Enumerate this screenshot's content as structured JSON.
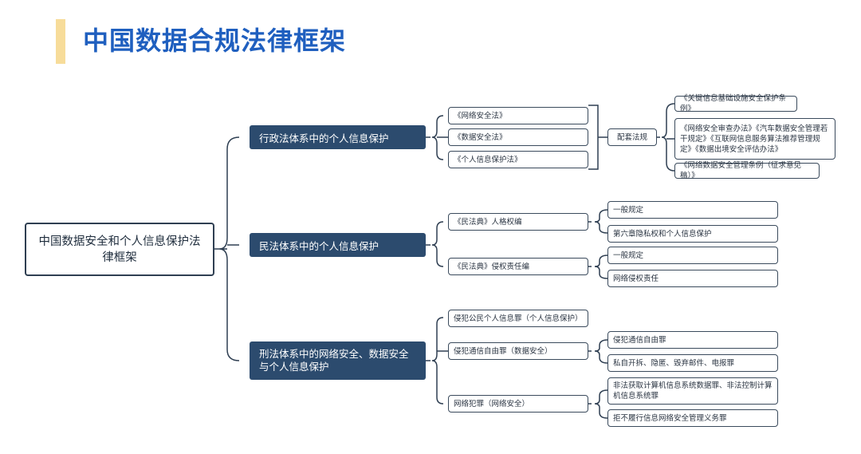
{
  "page_title": "中国数据合规法律框架",
  "root": "中国数据安全和个人信息保护法律框架",
  "administrative": {
    "label": "行政法体系中的个人信息保护",
    "laws": [
      "《网络安全法》",
      "《数据安全法》",
      "《个人信息保护法》"
    ],
    "supporting_label": "配套法规",
    "supporting": [
      "《关键信息基础设施安全保护条例》",
      "《网络安全审查办法》《汽车数据安全管理若干规定》《互联网信息服务算法推荐管理规定》《数据出境安全评估办法》",
      "《网络数据安全管理条例（征求意见稿）》"
    ]
  },
  "civil": {
    "label": "民法体系中的个人信息保护",
    "groups": [
      {
        "label": "《民法典》人格权编",
        "children": [
          "一般规定",
          "第六章隐私权和个人信息保护"
        ]
      },
      {
        "label": "《民法典》侵权责任编",
        "children": [
          "一般规定",
          "网络侵权责任"
        ]
      }
    ]
  },
  "criminal": {
    "label": "刑法体系中的网络安全、数据安全与个人信息保护",
    "groups": [
      {
        "label": "侵犯公民个人信息罪（个人信息保护）",
        "children": []
      },
      {
        "label": "侵犯通信自由罪（数据安全）",
        "children": [
          "侵犯通信自由罪",
          "私自开拆、隐匿、毁弃邮件、电报罪"
        ]
      },
      {
        "label": "网络犯罪（网络安全）",
        "children": [
          "非法获取计算机信息系统数据罪、非法控制计算机信息系统罪",
          "拒不履行信息网络安全管理义务罪"
        ]
      }
    ]
  }
}
